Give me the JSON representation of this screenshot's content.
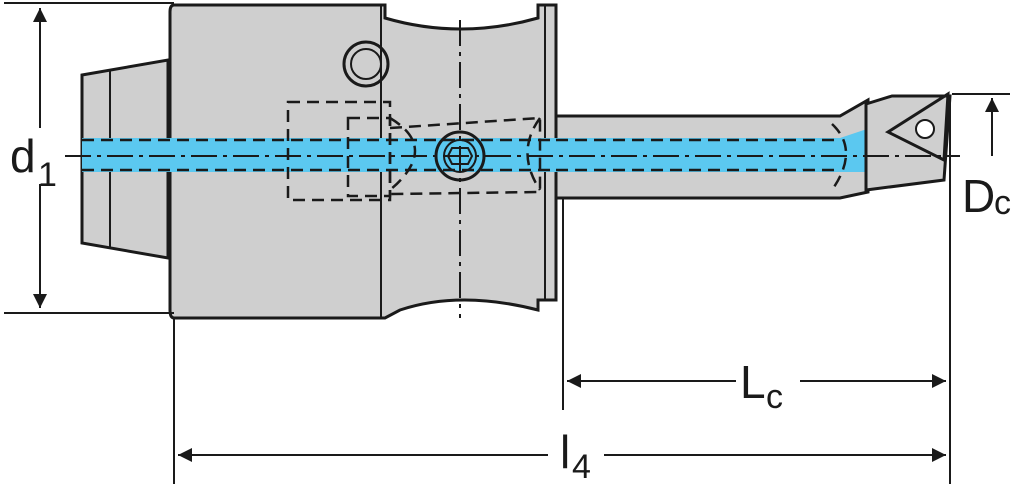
{
  "labels": {
    "d1": {
      "main": "d",
      "sub": "1"
    },
    "dc": {
      "main": "D",
      "sub": "c"
    },
    "lc": {
      "main": "L",
      "sub": "c"
    },
    "l4": {
      "main": "l",
      "sub": "4"
    }
  },
  "colors": {
    "body": "#cfcfcf",
    "coolant": "#5bc8f0",
    "insert": "#e8b400",
    "line": "#1a1a1a"
  }
}
